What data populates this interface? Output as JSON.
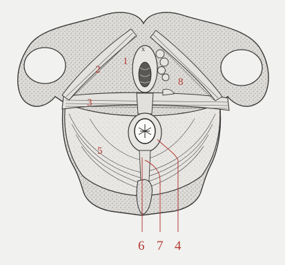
{
  "labels": {
    "l1": "1",
    "l2": "2",
    "l3": "3",
    "l4": "4",
    "l5": "5",
    "l6": "6",
    "l7": "7",
    "l8": "8",
    "x_mark": "x"
  },
  "colors": {
    "background": "#f1f1ef",
    "ink": "#3a3a3a",
    "label_red": "#b23a33",
    "bone_fill": "#dcdad6",
    "muscle_fill": "#e6e4e0"
  }
}
